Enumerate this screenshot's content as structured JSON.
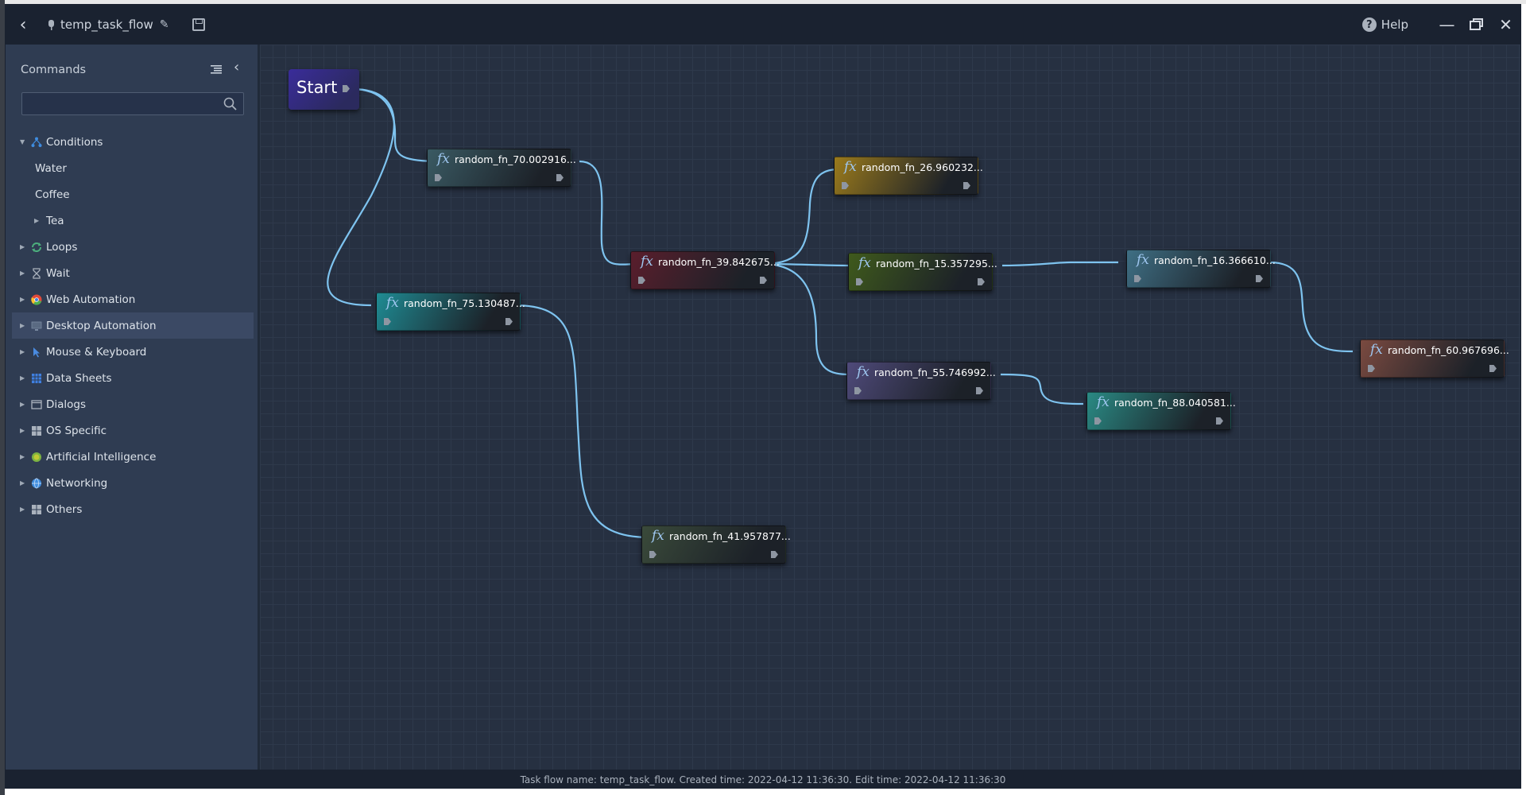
{
  "titlebar": {
    "flow_name": "temp_task_flow",
    "help_label": "Help"
  },
  "sidebar": {
    "header": "Commands",
    "search": {
      "value": "",
      "placeholder": ""
    },
    "items": [
      {
        "label": "Conditions",
        "icon": "conditions-icon",
        "expanded": true,
        "icon_color": "#3f8de0"
      },
      {
        "label": "Water",
        "child": true
      },
      {
        "label": "Coffee",
        "child": true
      },
      {
        "label": "Tea",
        "child": true,
        "expandable": true
      },
      {
        "label": "Loops",
        "icon": "loops-icon",
        "icon_color": "#4caf7d"
      },
      {
        "label": "Wait",
        "icon": "hourglass-icon",
        "icon_color": "#aab2bd"
      },
      {
        "label": "Web Automation",
        "icon": "chrome-icon",
        "icon_color": "#e04a3a"
      },
      {
        "label": "Desktop Automation",
        "icon": "monitor-icon",
        "icon_color": "#5a6a82",
        "selected": true
      },
      {
        "label": "Mouse & Keyboard",
        "icon": "cursor-icon",
        "icon_color": "#4a8be0"
      },
      {
        "label": "Data Sheets",
        "icon": "grid-icon",
        "icon_color": "#3f7fe0"
      },
      {
        "label": "Dialogs",
        "icon": "dialog-icon",
        "icon_color": "#aab2bd"
      },
      {
        "label": "OS Specific",
        "icon": "windows-icon",
        "icon_color": "#aab2bd"
      },
      {
        "label": "Artificial Intelligence",
        "icon": "ai-icon",
        "icon_color": "#7cb342"
      },
      {
        "label": "Networking",
        "icon": "globe-icon",
        "icon_color": "#3f8de0"
      },
      {
        "label": "Others",
        "icon": "apps-icon",
        "icon_color": "#aab2bd"
      }
    ]
  },
  "canvas": {
    "start_label": "Start",
    "nodes": [
      {
        "id": "n1",
        "label": "random_fn_70.002916...",
        "color": "#3a5a63"
      },
      {
        "id": "n2",
        "label": "random_fn_75.130487...",
        "color": "#1f8b93"
      },
      {
        "id": "n3",
        "label": "random_fn_39.842675...",
        "color": "#5a1e2c"
      },
      {
        "id": "n4",
        "label": "random_fn_26.960232...",
        "color": "#9a7a1c"
      },
      {
        "id": "n5",
        "label": "random_fn_15.357295...",
        "color": "#3f5a1c"
      },
      {
        "id": "n6",
        "label": "random_fn_16.366610...",
        "color": "#3f6f84"
      },
      {
        "id": "n7",
        "label": "random_fn_55.746992...",
        "color": "#4f4a7a"
      },
      {
        "id": "n8",
        "label": "random_fn_88.040581...",
        "color": "#2a8a84"
      },
      {
        "id": "n9",
        "label": "random_fn_41.957877...",
        "color": "#3a4a3a"
      },
      {
        "id": "n10",
        "label": "random_fn_60.967696...",
        "color": "#7a4a40"
      }
    ]
  },
  "statusbar": {
    "text": "Task flow name: temp_task_flow. Created time: 2022-04-12 11:36:30. Edit time: 2022-04-12 11:36:30"
  }
}
